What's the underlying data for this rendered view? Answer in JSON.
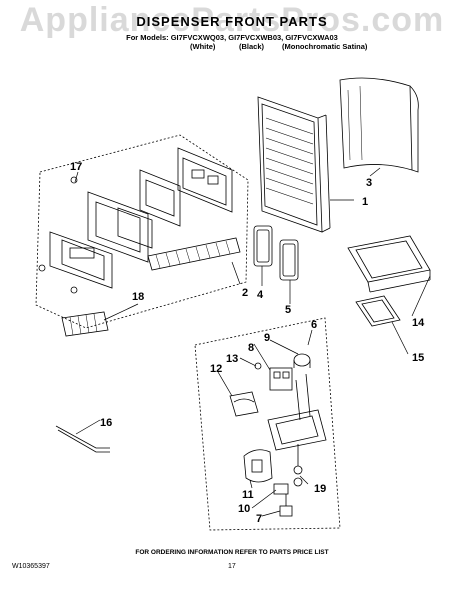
{
  "watermark": "AppliancePartsPros.com",
  "title": "DISPENSER FRONT PARTS",
  "models_line": "For Models: GI7FVCXWQ03, GI7FVCXWB03, GI7FVCXWA03",
  "variants": [
    "(White)",
    "(Black)",
    "(Monochromatic Satina)"
  ],
  "callouts": [
    "17",
    "1",
    "2",
    "3",
    "4",
    "5",
    "6",
    "7",
    "8",
    "9",
    "10",
    "11",
    "12",
    "13",
    "14",
    "15",
    "16",
    "18",
    "19"
  ],
  "footer_note": "FOR ORDERING INFORMATION REFER TO PARTS PRICE LIST",
  "doc_id": "W10365397",
  "page_number": "17"
}
